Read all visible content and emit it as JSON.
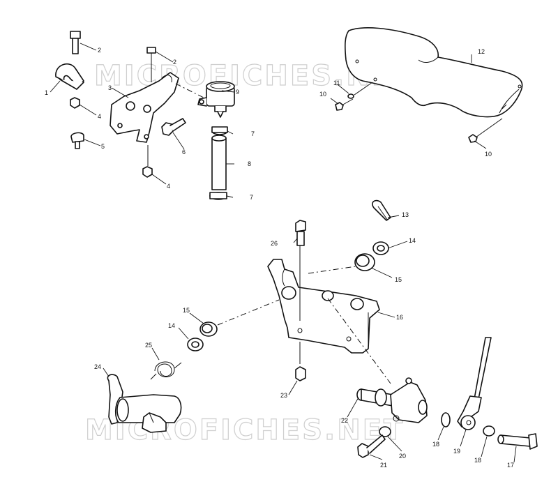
{
  "watermark": "MICROFICHES.NET",
  "callouts": {
    "c1": "1",
    "c2a": "2",
    "c2b": "2",
    "c3": "3",
    "c4a": "4",
    "c4b": "4",
    "c5": "5",
    "c6": "6",
    "c7a": "7",
    "c7b": "7",
    "c8": "8",
    "c9": "9",
    "c10a": "10",
    "c10b": "10",
    "c11": "11",
    "c12": "12",
    "c13": "13",
    "c14a": "14",
    "c14b": "14",
    "c15a": "15",
    "c15b": "15",
    "c16": "16",
    "c17": "17",
    "c18a": "18",
    "c18b": "18",
    "c19": "19",
    "c20": "20",
    "c21": "21",
    "c22": "22",
    "c23": "23",
    "c24": "24",
    "c25": "25",
    "c26": "26"
  }
}
